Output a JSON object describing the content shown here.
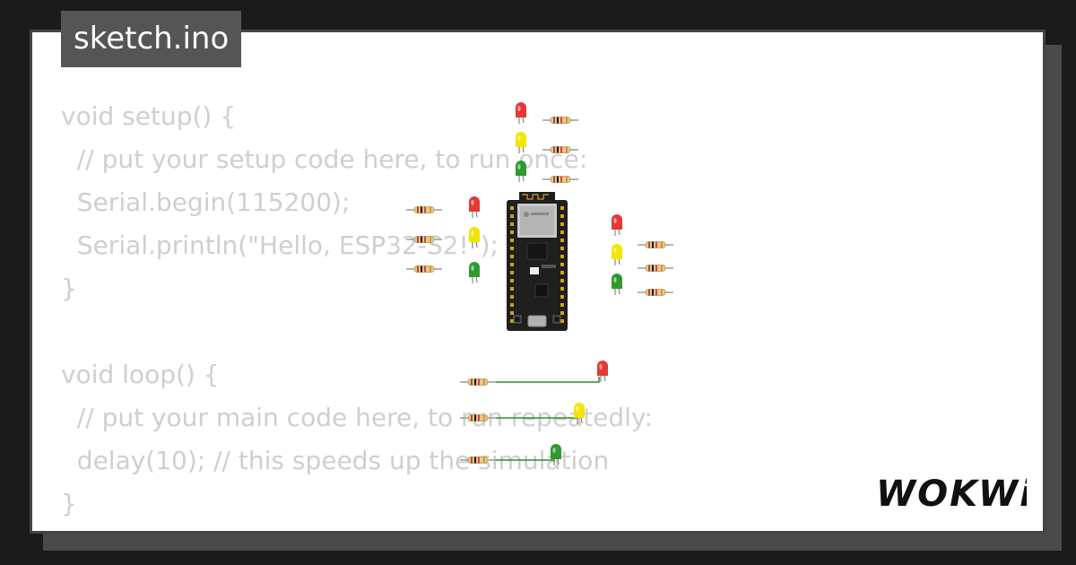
{
  "editor": {
    "filename": "sketch.ino",
    "code_lines": [
      "void setup() {",
      "  // put your setup code here, to run once:",
      "  Serial.begin(115200);",
      "  Serial.println(\"Hello, ESP32-S2!\");",
      "}",
      "",
      "void loop() {",
      "  // put your main code here, to run repeatedly:",
      "  delay(10); // this speeds up the simulation",
      "}"
    ]
  },
  "brand": {
    "name": "WOKWi"
  },
  "diagram": {
    "board": "ESP32-S2 dev board",
    "led_colors": [
      "red",
      "yellow",
      "green"
    ]
  },
  "colors": {
    "background": "#1b1b1b",
    "card": "#ffffff",
    "tab": "#555555",
    "code_text": "#cfcfcf",
    "wire": "#2e8b2e",
    "led_red": "#e53935",
    "led_yellow": "#f2e600",
    "led_green": "#2e9a2e",
    "board": "#1f1f1f"
  }
}
